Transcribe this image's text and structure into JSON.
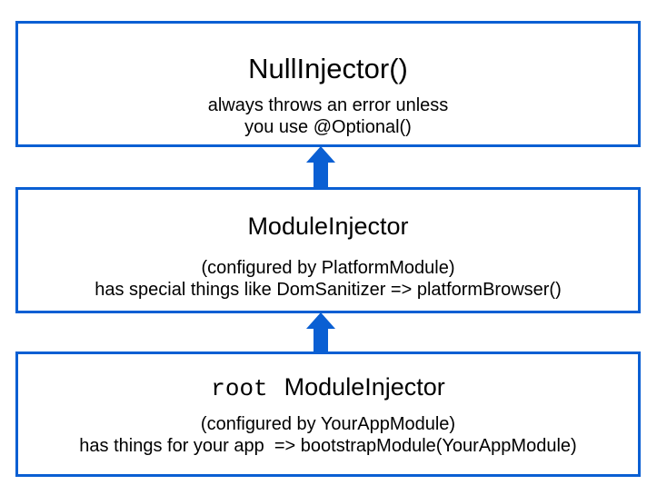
{
  "boxes": {
    "null_injector": {
      "title": "NullInjector()",
      "desc_line1": "always throws an error unless",
      "desc_line2": "you use @Optional()"
    },
    "module_injector": {
      "title": "ModuleInjector",
      "desc_line1": "(configured by PlatformModule)",
      "desc_line2": "has special things like DomSanitizer => platformBrowser()"
    },
    "root_module_injector": {
      "prefix": "root",
      "title": "ModuleInjector",
      "desc_line1": "(configured by YourAppModule)",
      "desc_line2": "has things for your app  => bootstrapModule(YourAppModule)"
    }
  },
  "colors": {
    "border": "#0a5fd3",
    "arrow": "#0a5fd3"
  }
}
